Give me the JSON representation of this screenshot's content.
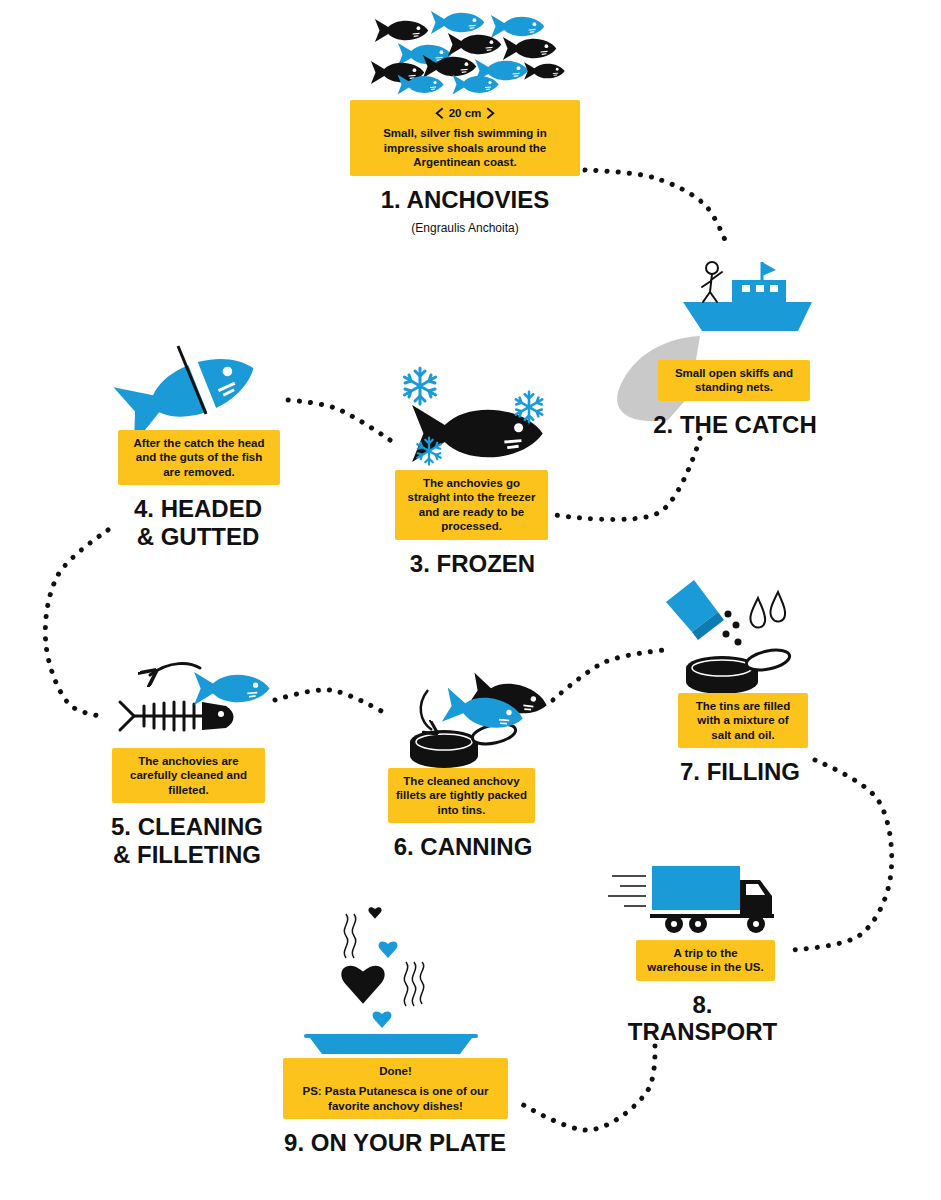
{
  "diagram": {
    "nodes": [
      {
        "text": [
          "20 cm",
          "Small, silver fish swimming in impressive shoals around the Argentinean coast.",
          "1. ANCHOVIES",
          "(Engraulis Anchoita)"
        ]
      },
      {
        "text": [
          "Small open skiffs and standing nets.",
          "2. THE CATCH"
        ]
      },
      {
        "text": [
          "The anchovies go straight into the freezer and are ready to be processed.",
          "3. FROZEN"
        ]
      },
      {
        "text": [
          "After the catch the head and the guts of the fish are removed.",
          "4. HEADED & GUTTED"
        ]
      },
      {
        "text": [
          "The anchovies are carefully cleaned and filleted.",
          "5. CLEANING & FILLETING"
        ]
      },
      {
        "text": [
          "The cleaned anchovy fillets are tightly packed into tins.",
          "6. CANNING"
        ]
      },
      {
        "text": [
          "The tins are filled with a mixture of salt and oil.",
          "7. FILLING"
        ]
      },
      {
        "text": [
          "A trip to the warehouse in the US.",
          "8. TRANSPORT"
        ]
      },
      {
        "text": [
          "Done!",
          "PS: Pasta Putanesca is one of our favorite anchovy dishes!",
          "9. ON YOUR PLATE"
        ]
      }
    ],
    "edges": [
      {
        "from": 0,
        "to": 1,
        "arrow": "none"
      },
      {
        "from": 1,
        "to": 2,
        "arrow": "none"
      },
      {
        "from": 2,
        "to": 3,
        "arrow": "none"
      },
      {
        "from": 3,
        "to": 4,
        "arrow": "none"
      },
      {
        "from": 4,
        "to": 5,
        "arrow": "none"
      },
      {
        "from": 5,
        "to": 6,
        "arrow": "none"
      },
      {
        "from": 6,
        "to": 7,
        "arrow": "none"
      },
      {
        "from": 7,
        "to": 8,
        "arrow": "none"
      }
    ]
  }
}
